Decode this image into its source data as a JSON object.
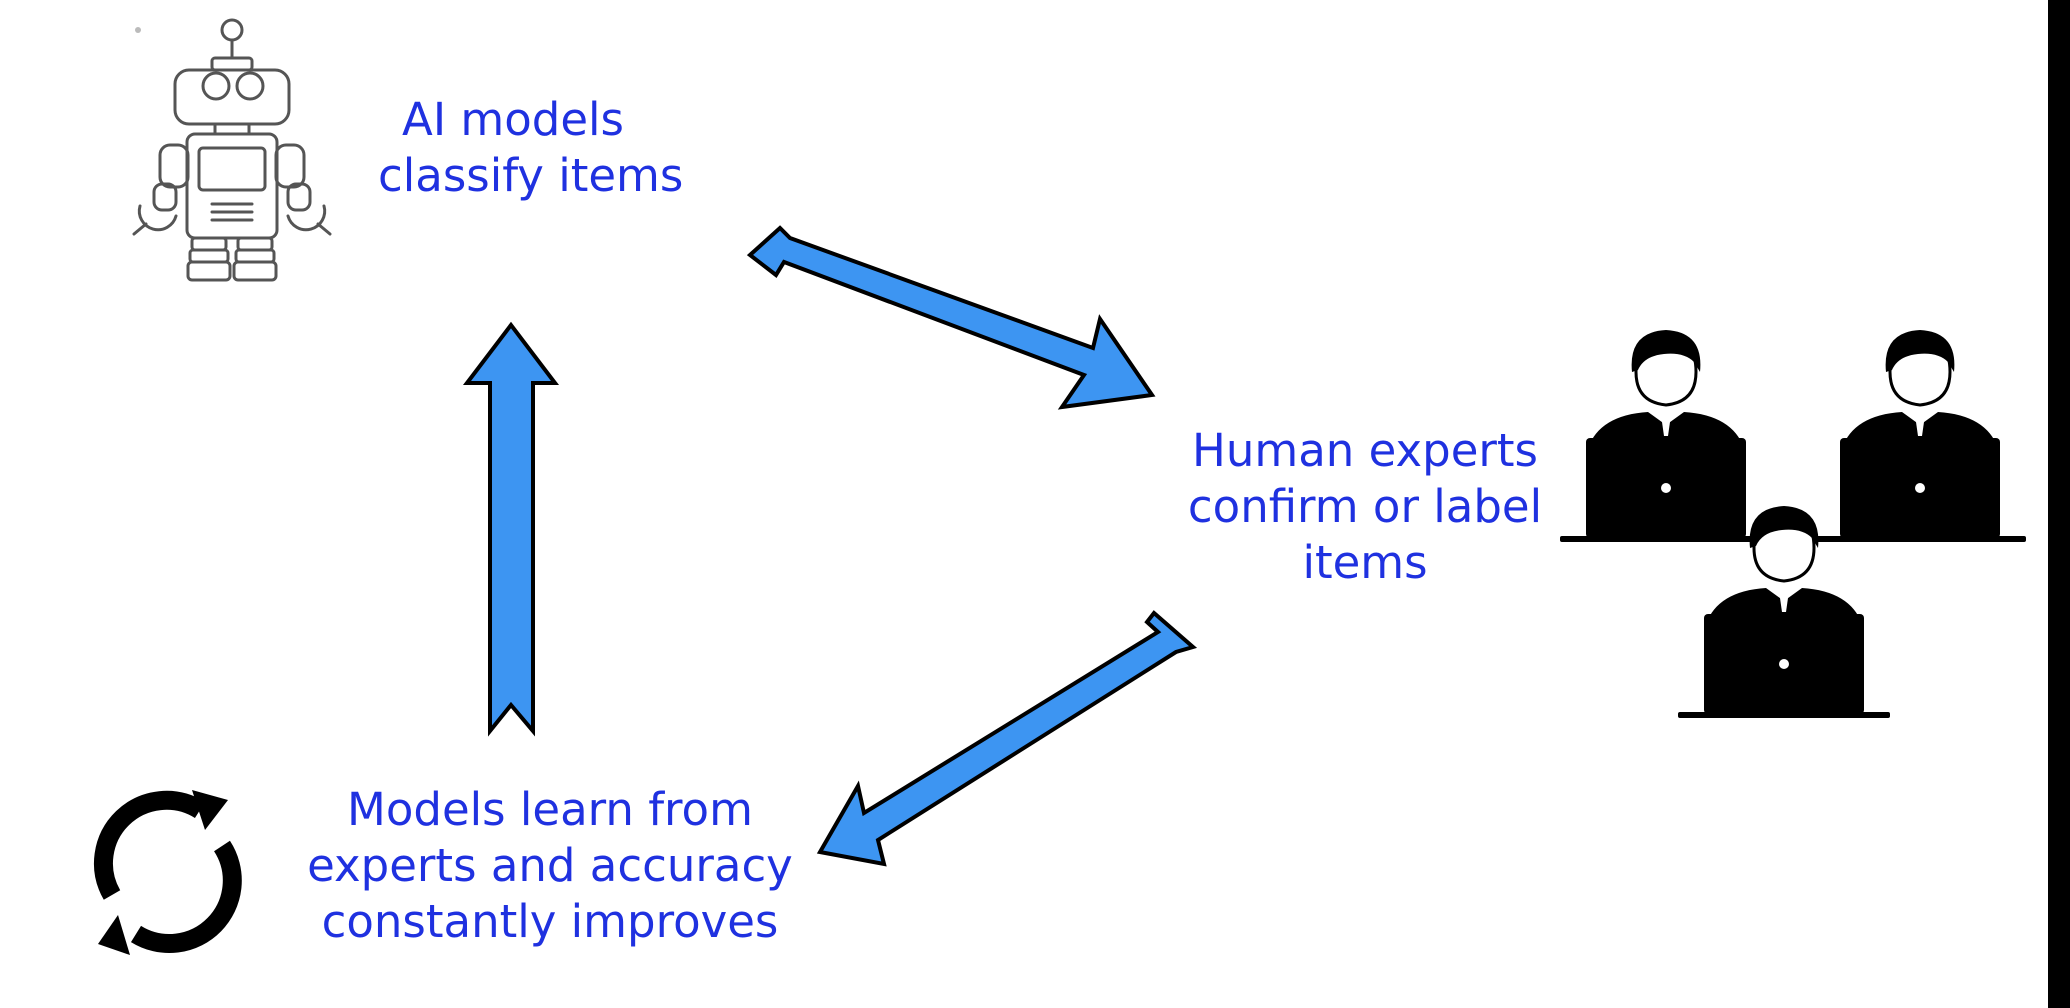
{
  "colors": {
    "text": "#1f31e0",
    "arrow_fill": "#3d95f2",
    "arrow_stroke": "#000000",
    "background": "#ffffff",
    "frame": "#000000"
  },
  "nodes": {
    "ai_models": {
      "icon": "robot-icon",
      "label_lines": [
        "AI models",
        "classify items"
      ]
    },
    "human_experts": {
      "icon": "people-at-laptops-icon",
      "label_lines": [
        "Human experts",
        "confirm or label",
        "items"
      ]
    },
    "models_learn": {
      "icon": "refresh-cycle-icon",
      "label_lines": [
        "Models learn from",
        "experts and accuracy",
        "constantly improves"
      ]
    }
  },
  "edges": [
    {
      "from": "ai_models",
      "to": "human_experts",
      "icon": "arrow-right-down-icon"
    },
    {
      "from": "human_experts",
      "to": "models_learn",
      "icon": "arrow-left-down-icon"
    },
    {
      "from": "models_learn",
      "to": "ai_models",
      "icon": "arrow-up-icon"
    }
  ]
}
